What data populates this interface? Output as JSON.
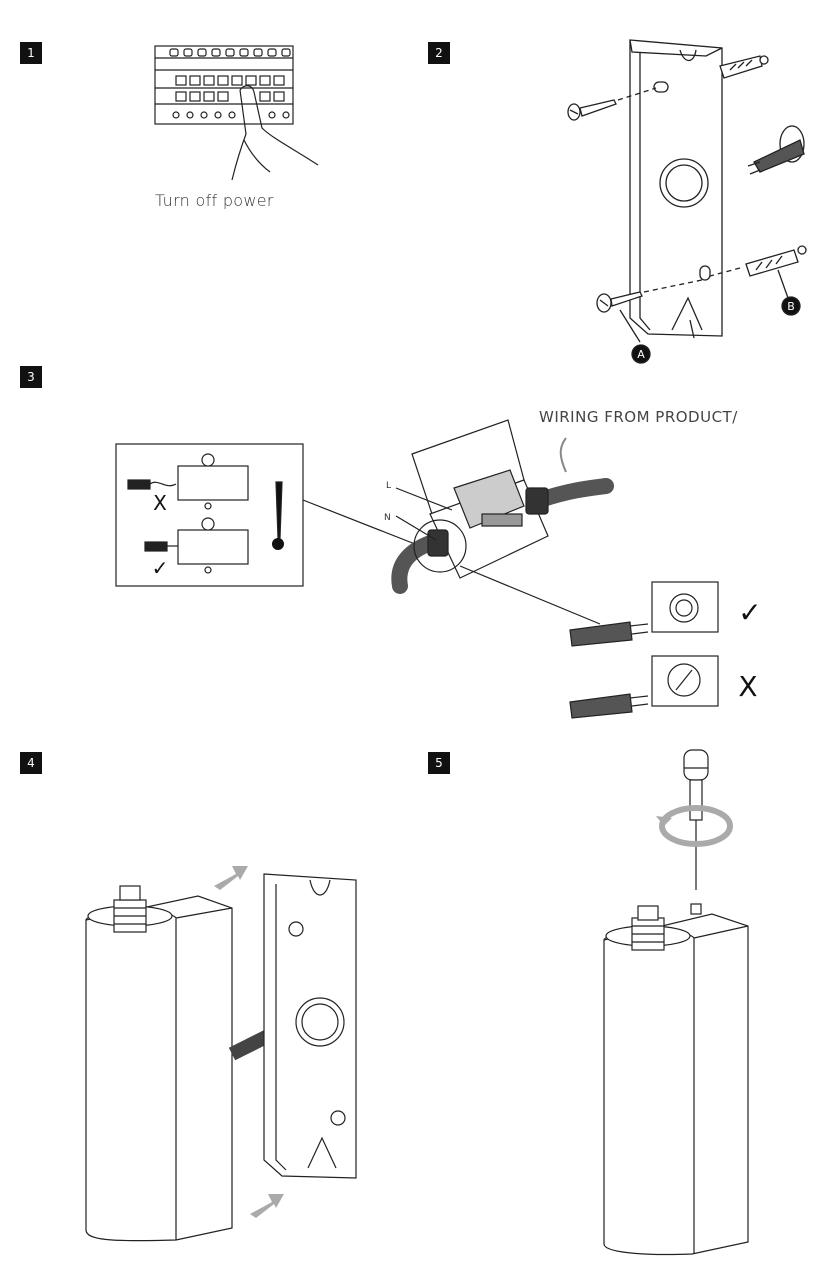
{
  "steps": [
    {
      "number": "1",
      "caption": "Turn off power"
    },
    {
      "number": "2"
    },
    {
      "number": "3",
      "wiring_label": "WIRING FROM PRODUCT/",
      "terminal_l": "L",
      "terminal_n": "N"
    },
    {
      "number": "4"
    },
    {
      "number": "5"
    }
  ],
  "callouts": {
    "a": "A",
    "b": "B"
  },
  "marks": {
    "correct": "✓",
    "wrong": "X",
    "warning": "!"
  }
}
